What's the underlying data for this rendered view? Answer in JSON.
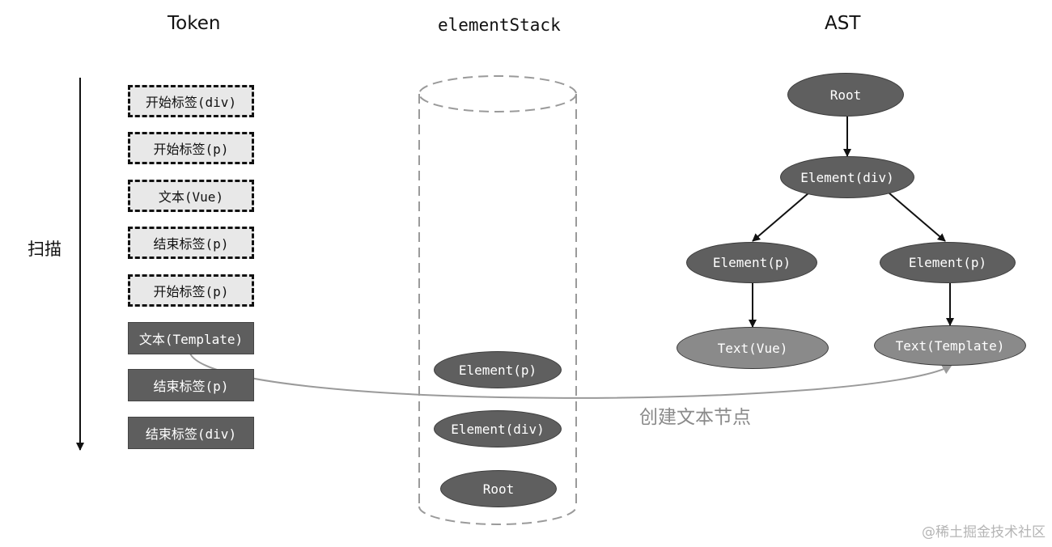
{
  "headings": {
    "token": "Token",
    "stack": "elementStack",
    "ast": "AST"
  },
  "scan_label": "扫描",
  "tokens": [
    {
      "label": "开始标签(div)",
      "state": "pending"
    },
    {
      "label": "开始标签(p)",
      "state": "pending"
    },
    {
      "label": "文本(Vue)",
      "state": "pending"
    },
    {
      "label": "结束标签(p)",
      "state": "pending"
    },
    {
      "label": "开始标签(p)",
      "state": "pending"
    },
    {
      "label": "文本(Template)",
      "state": "done"
    },
    {
      "label": "结束标签(p)",
      "state": "done"
    },
    {
      "label": "结束标签(div)",
      "state": "done"
    }
  ],
  "stack_items": [
    "Element(p)",
    "Element(div)",
    "Root"
  ],
  "ast": {
    "root": "Root",
    "div": "Element(div)",
    "p_left": "Element(p)",
    "p_right": "Element(p)",
    "text_left": "Text(Vue)",
    "text_right": "Text(Template)"
  },
  "annotation": "创建文本节点",
  "watermark": "@稀土掘金技术社区",
  "colors": {
    "dark_node": "#5f5f5f",
    "light_node": "#8a8a8a",
    "pending_token": "#e8e8e8",
    "annotation": "#8a8a8a"
  }
}
